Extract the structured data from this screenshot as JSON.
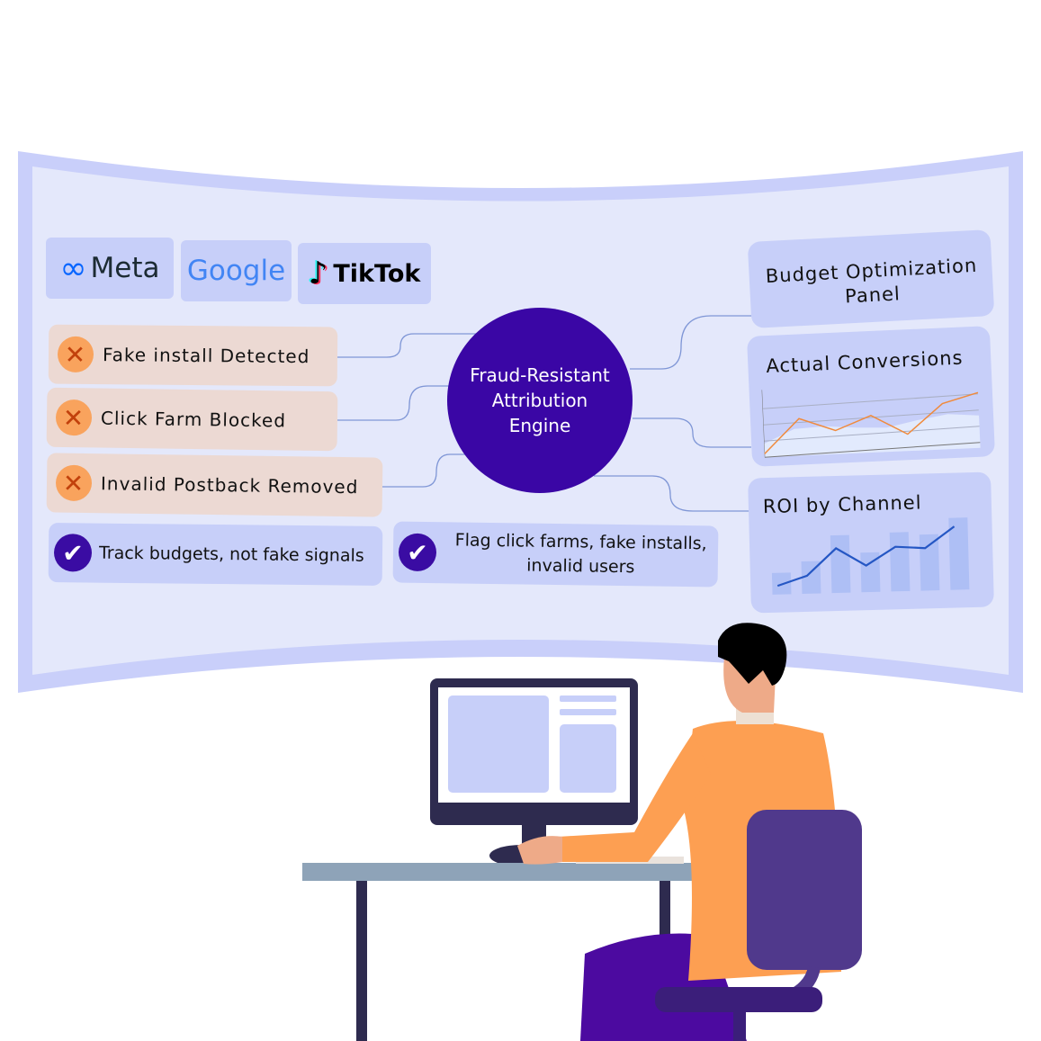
{
  "platforms": [
    {
      "name": "Meta",
      "icon": "meta-infinity-icon"
    },
    {
      "name": "Google",
      "icon": "google-wordmark"
    },
    {
      "name": "TikTok",
      "icon": "tiktok-note-icon"
    }
  ],
  "issues": [
    {
      "label": "Fake install Detected",
      "icon": "x-icon"
    },
    {
      "label": "Click Farm Blocked",
      "icon": "x-icon"
    },
    {
      "label": "Invalid Postback Removed",
      "icon": "x-icon"
    }
  ],
  "benefits": [
    {
      "label": "Track budgets, not fake signals",
      "icon": "check-icon"
    },
    {
      "label_line1": "Flag click farms, fake installs,",
      "label_line2": "invalid users",
      "icon": "check-icon"
    }
  ],
  "engine": {
    "line1": "Fraud-Resistant",
    "line2": "Attribution",
    "line3": "Engine"
  },
  "panels": {
    "budget": {
      "line1": "Budget Optimization",
      "line2": "Panel"
    },
    "conversions": {
      "title": "Actual Conversions",
      "line_values": [
        5,
        55,
        35,
        55,
        25,
        68,
        82
      ],
      "area_values": [
        20,
        40,
        42,
        38,
        36,
        45,
        52,
        48
      ]
    },
    "roi": {
      "title": "ROI by Channel",
      "bar_values": [
        30,
        45,
        80,
        55,
        82,
        78,
        100
      ],
      "line_values": [
        12,
        25,
        62,
        37,
        62,
        59,
        88
      ]
    }
  },
  "colors": {
    "accent": "#3a06a5",
    "screen": "#e4e8fb",
    "frame": "#c9cffa",
    "card": "#c7cff9",
    "bad": "#ecd9d3",
    "orange": "#fd9f52"
  }
}
